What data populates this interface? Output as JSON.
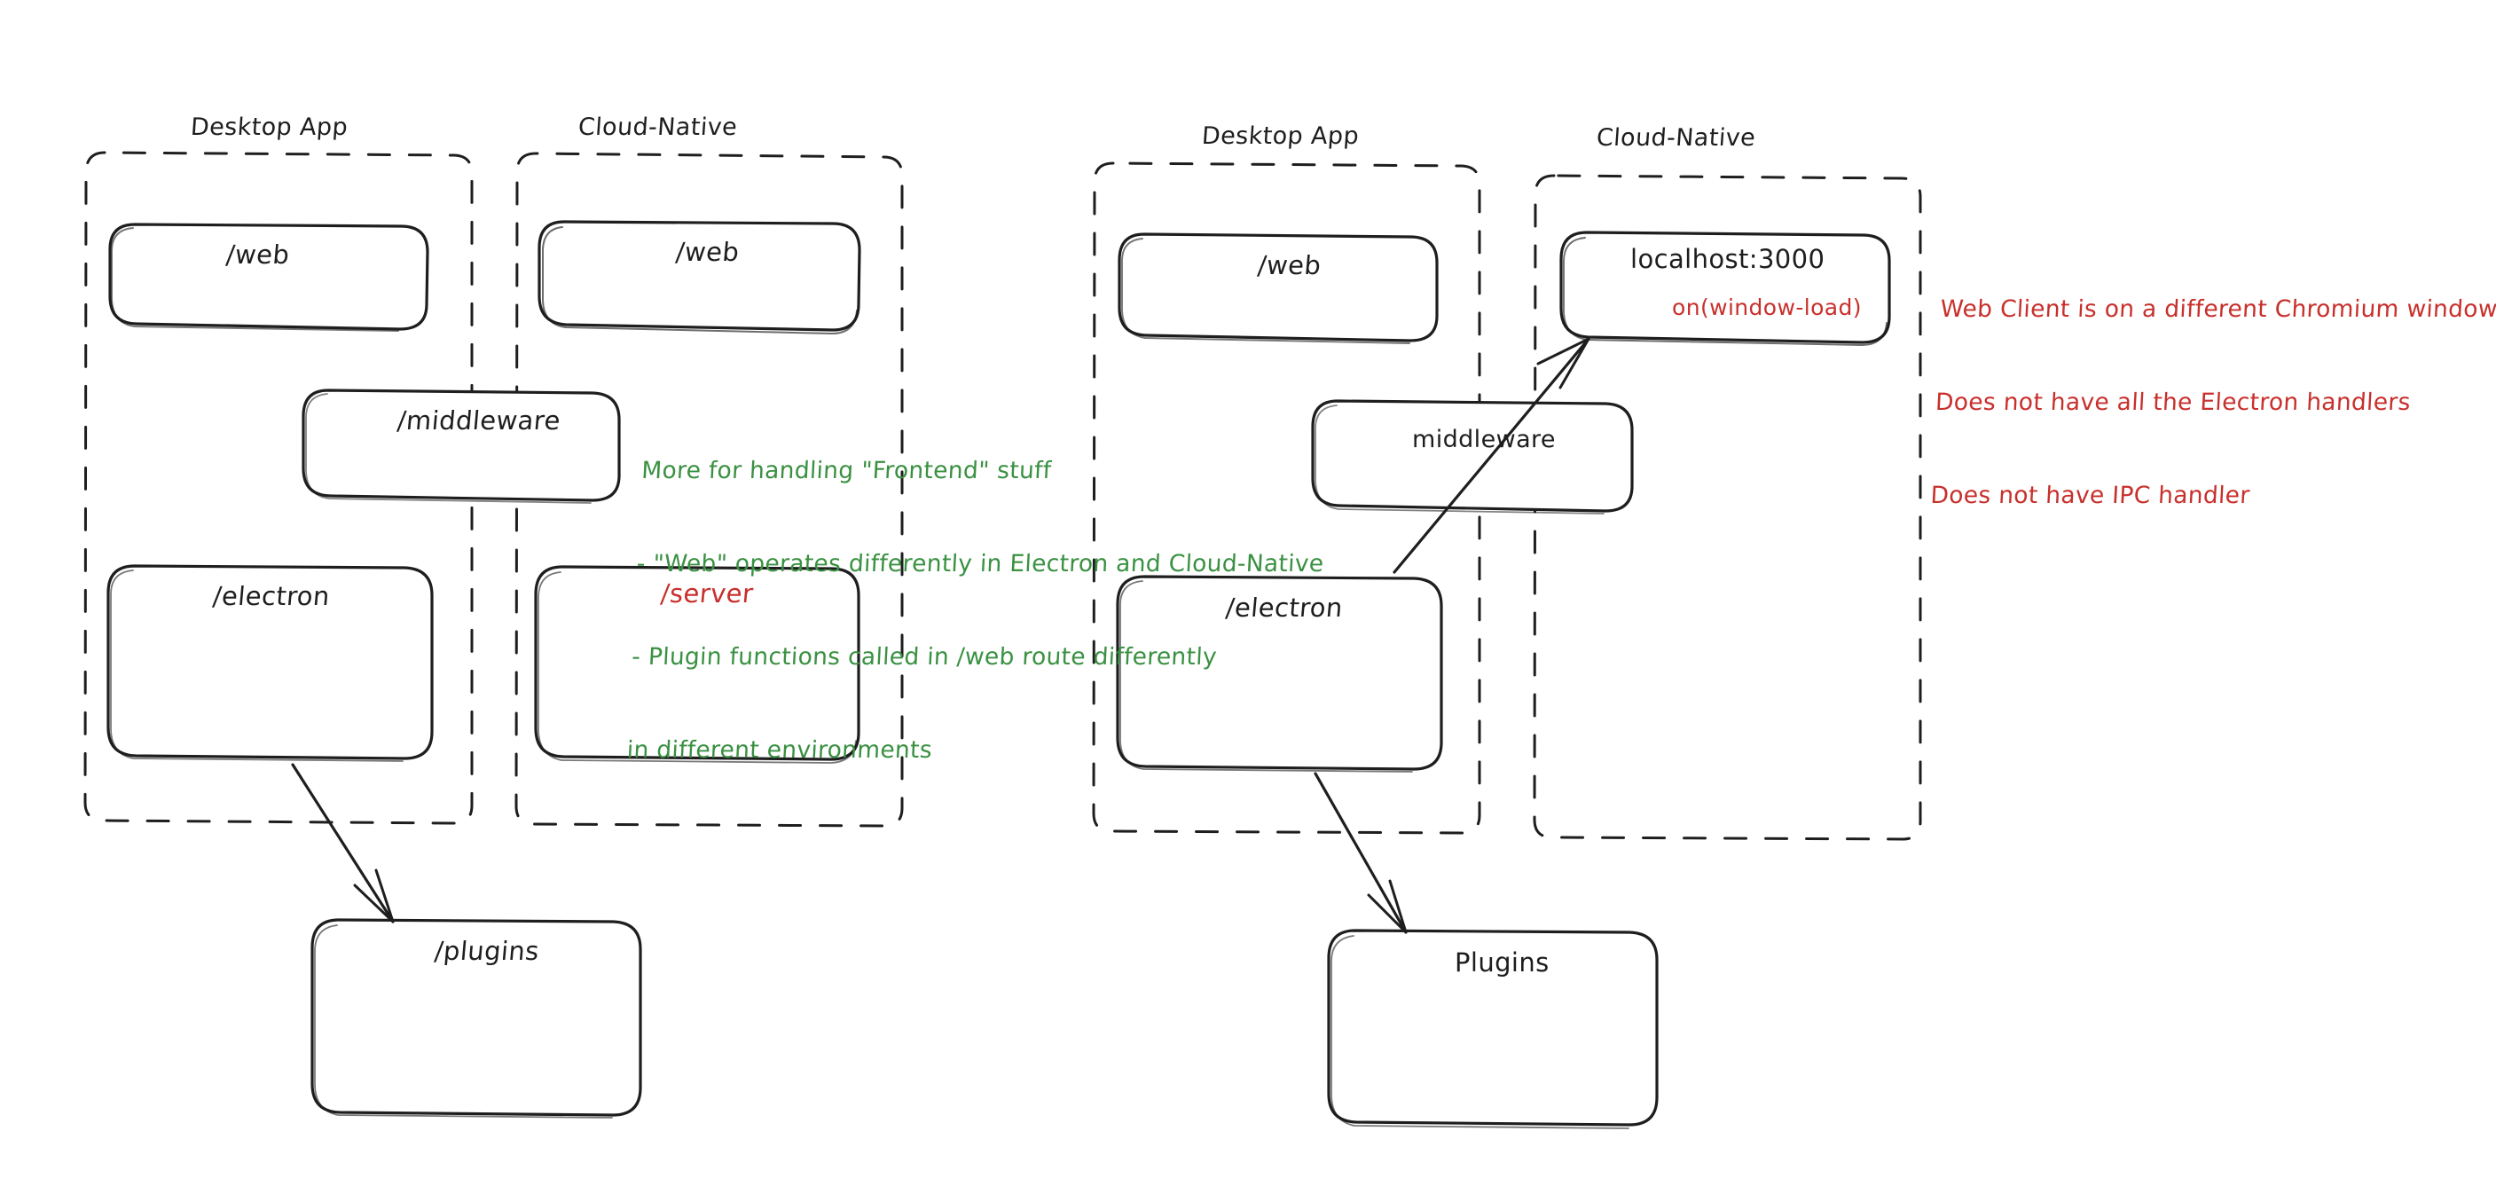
{
  "diagram": {
    "type": "architecture-sketch",
    "style": "hand-drawn",
    "background": "#ffffff",
    "colors": {
      "stroke": "#1e1e1e",
      "red": "#c8302c",
      "green": "#3a9142"
    },
    "panels": [
      {
        "id": "left",
        "groups": [
          {
            "id": "left-desktop-app",
            "label": "Desktop App",
            "nodes": [
              {
                "id": "left-desktop-web",
                "label": "/web",
                "color": "#1e1e1e"
              },
              {
                "id": "left-electron",
                "label": "/electron",
                "color": "#1e1e1e"
              }
            ]
          },
          {
            "id": "left-cloud-native",
            "label": "Cloud-Native",
            "nodes": [
              {
                "id": "left-cloud-web",
                "label": "/web",
                "color": "#1e1e1e"
              },
              {
                "id": "left-server",
                "label": "/server",
                "color": "#c8302c"
              }
            ]
          }
        ],
        "spanning_nodes": [
          {
            "id": "left-middleware",
            "label": "/middleware",
            "color": "#1e1e1e"
          }
        ],
        "outside_nodes": [
          {
            "id": "left-plugins",
            "label": "/plugins",
            "color": "#1e1e1e"
          }
        ],
        "arrows": [
          {
            "id": "left-electron-to-plugins",
            "from": "left-electron",
            "to": "left-plugins"
          }
        ]
      },
      {
        "id": "right",
        "groups": [
          {
            "id": "right-desktop-app",
            "label": "Desktop App",
            "nodes": [
              {
                "id": "right-desktop-web",
                "label": "/web",
                "color": "#1e1e1e"
              },
              {
                "id": "right-electron",
                "label": "/electron",
                "color": "#1e1e1e"
              }
            ]
          },
          {
            "id": "right-cloud-native",
            "label": "Cloud-Native",
            "nodes": [
              {
                "id": "right-localhost",
                "label": "localhost:3000",
                "sublabel": "on(window-load)",
                "color": "#1e1e1e",
                "sublabel_color": "#c8302c"
              }
            ]
          }
        ],
        "spanning_nodes": [
          {
            "id": "right-middleware",
            "label": "middleware",
            "color": "#1e1e1e"
          }
        ],
        "outside_nodes": [
          {
            "id": "right-plugins",
            "label": "Plugins",
            "color": "#1e1e1e"
          }
        ],
        "arrows": [
          {
            "id": "right-electron-to-plugins",
            "from": "right-electron",
            "to": "right-plugins"
          },
          {
            "id": "right-electron-to-localhost",
            "from": "right-electron",
            "to": "right-localhost"
          }
        ]
      }
    ],
    "annotations": [
      {
        "id": "green-note",
        "color": "#3a9142",
        "lines": [
          "More for handling \"Frontend\" stuff",
          "- \"Web\" operates differently in Electron and Cloud-Native",
          "- Plugin functions called in /web route differently",
          "in different environments"
        ]
      },
      {
        "id": "red-note",
        "color": "#c8302c",
        "lines": [
          "Web Client is on a different Chromium window",
          "Does not have all the Electron handlers",
          "Does not have IPC handler"
        ]
      }
    ]
  }
}
